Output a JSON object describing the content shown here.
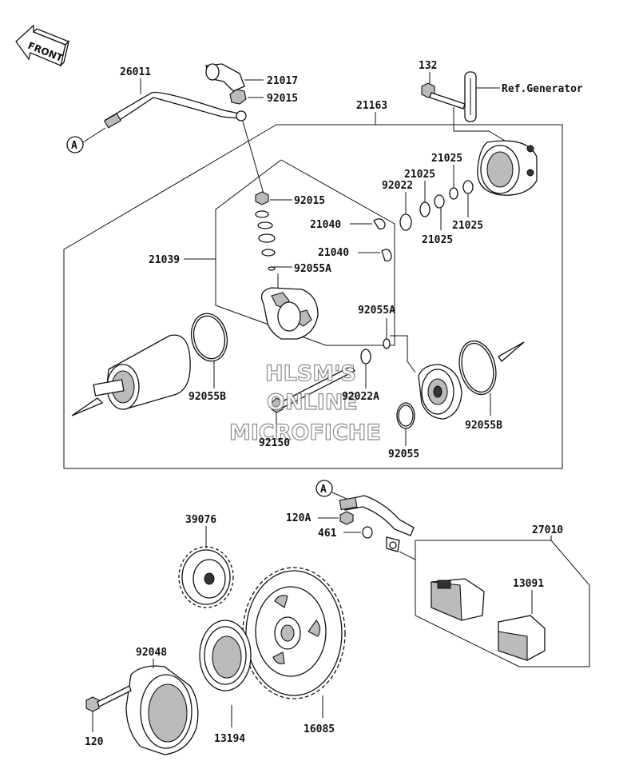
{
  "diagram": {
    "front_indicator": "FRONT",
    "ref_note": "Ref.Generator",
    "connector_marker": "A",
    "watermark": [
      "HLSM'S",
      "ONLINE",
      "MICROFICHE"
    ],
    "part_labels": {
      "p26011": "26011",
      "p21017": "21017",
      "p92015a": "92015",
      "p92015b": "92015",
      "p21163": "21163",
      "p132": "132",
      "p21025a": "21025",
      "p21025b": "21025",
      "p21025c": "21025",
      "p21025d": "21025",
      "p92022": "92022",
      "p21040a": "21040",
      "p21040b": "21040",
      "p21039": "21039",
      "p92055A_a": "92055A",
      "p92055A_b": "92055A",
      "p92055B_a": "92055B",
      "p92055B_b": "92055B",
      "p92022A": "92022A",
      "p92150": "92150",
      "p92055": "92055",
      "p120A": "120A",
      "p461": "461",
      "p27010": "27010",
      "p13091": "13091",
      "p39076": "39076",
      "p92048": "92048",
      "p120": "120",
      "p13194": "13194",
      "p16085": "16085"
    }
  }
}
